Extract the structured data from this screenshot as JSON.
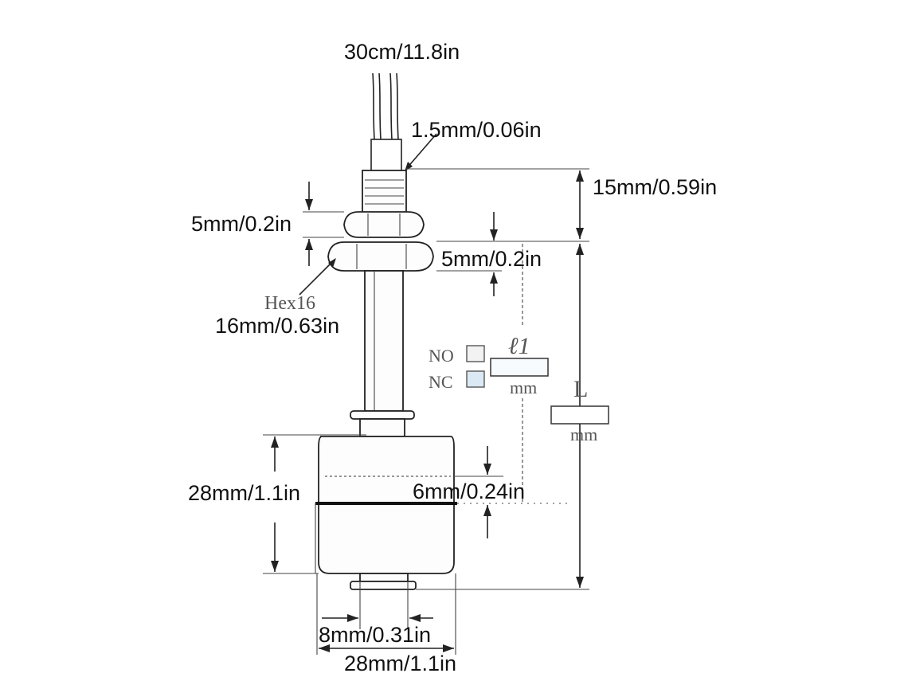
{
  "labels": {
    "cable_length": "30cm/11.8in",
    "wire_dia": "1.5mm/0.06in",
    "stem_top": "15mm/0.59in",
    "nut_upper": "5mm/0.2in",
    "nut_lower": "5mm/0.2in",
    "hex": "Hex16",
    "hex_size": "16mm/0.63in",
    "no": "NO",
    "nc": "NC",
    "l1": "ℓ1",
    "l1_unit": "mm",
    "L": "L",
    "L_unit": "mm",
    "float_height": "28mm/1.1in",
    "float_offset": "6mm/0.24in",
    "bottom_stem": "8mm/0.31in",
    "float_dia": "28mm/1.1in"
  }
}
